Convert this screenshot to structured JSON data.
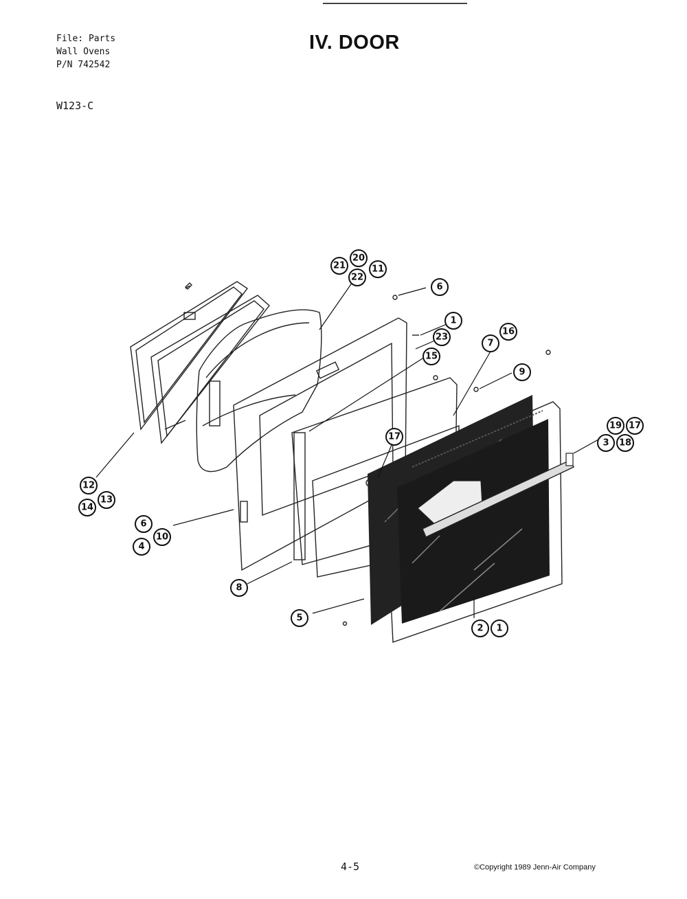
{
  "header": {
    "file_line": "File: Parts",
    "category_line": "Wall Ovens",
    "pn_line": "P/N 742542",
    "model": "W123-C",
    "title": "IV. DOOR"
  },
  "footer": {
    "page_number": "4-5",
    "copyright": "©Copyright 1989 Jenn-Air Company"
  },
  "callouts": {
    "c20": "20",
    "c21": "21",
    "c11": "11",
    "c22": "22",
    "c6a": "6",
    "c1a": "1",
    "c16": "16",
    "c7": "7",
    "c23": "23",
    "c15": "15",
    "c9": "9",
    "c19": "19",
    "c17a": "17",
    "c3": "3",
    "c18": "18",
    "c17b": "17",
    "c12": "12",
    "c13": "13",
    "c14": "14",
    "c6b": "6",
    "c10": "10",
    "c4": "4",
    "c8": "8",
    "c5": "5",
    "c2": "2",
    "c1b": "1"
  }
}
